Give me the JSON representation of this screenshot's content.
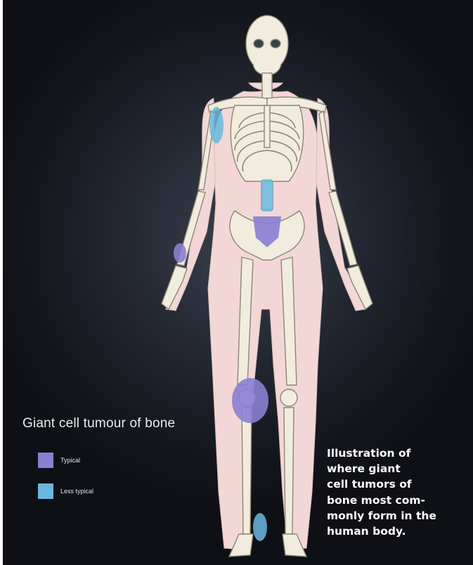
{
  "legend": {
    "title": "Giant cell tumour of bone",
    "items": [
      {
        "label": "Typical",
        "color": "#8b7fd1"
      },
      {
        "label": "Less typical",
        "color": "#6ab8e0"
      }
    ]
  },
  "caption": "Illustration of\nwhere giant\ncell tumors of\nbone most com-\nmonly form in the\nhuman body.",
  "colors": {
    "background": "#1b1e26",
    "skin": "#f3d7d6",
    "bone": "#f1ecdd",
    "bone_outline": "#8c8676",
    "typical": "#8b7fd1",
    "less_typical": "#6ab8e0"
  }
}
